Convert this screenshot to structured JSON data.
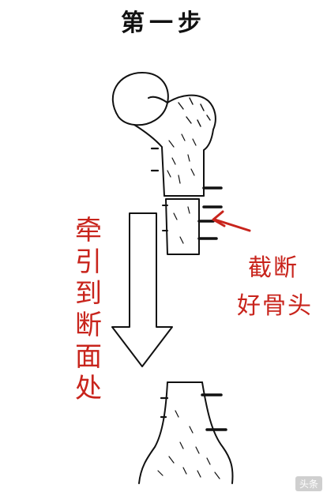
{
  "diagram": {
    "title": "第一步",
    "left_label_chars": [
      "牵",
      "引",
      "到",
      "断",
      "面",
      "处"
    ],
    "right_label_line1": "截断",
    "right_label_line2": "好骨头",
    "watermark": "头条",
    "colors": {
      "annotation": "#c8241c",
      "ink": "#111111",
      "background": "#ffffff"
    },
    "icons": [
      "down-arrow-icon",
      "pointer-arrow-icon"
    ]
  }
}
